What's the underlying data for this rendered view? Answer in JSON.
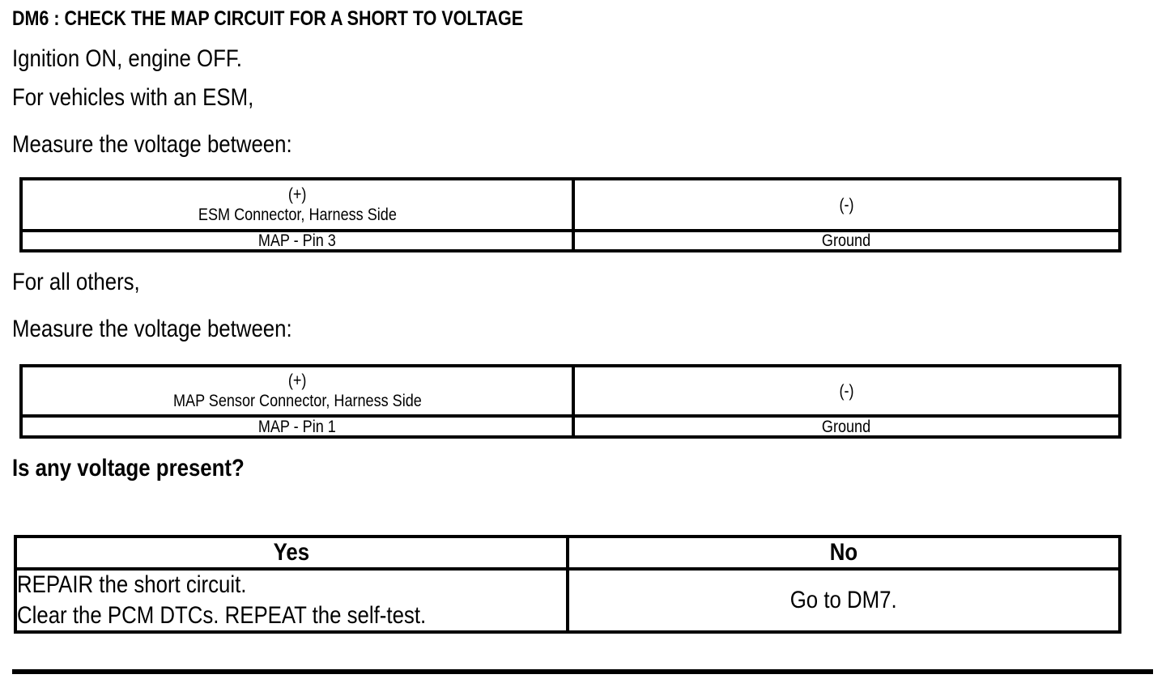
{
  "document": {
    "title": "DM6 : CHECK THE MAP CIRCUIT FOR A SHORT TO VOLTAGE",
    "instructions": {
      "ignition": "Ignition ON, engine OFF.",
      "esm_condition": "For vehicles with an ESM,",
      "measure_1": "Measure the voltage between:",
      "others_condition": "For all others,",
      "measure_2": "Measure the voltage between:",
      "question": "Is any voltage present?"
    }
  },
  "measurement_table_esm": {
    "header": {
      "positive_symbol": "(+)",
      "positive_label": "ESM Connector, Harness Side",
      "negative_symbol": "(-)",
      "negative_label": ""
    },
    "row": {
      "positive": "MAP - Pin 3",
      "negative": "Ground"
    }
  },
  "measurement_table_map": {
    "header": {
      "positive_symbol": "(+)",
      "positive_label": "MAP Sensor Connector, Harness Side",
      "negative_symbol": "(-)",
      "negative_label": ""
    },
    "row": {
      "positive": "MAP - Pin 1",
      "negative": "Ground"
    }
  },
  "answer_table": {
    "yes_header": "Yes",
    "no_header": "No",
    "yes_action_line1": "REPAIR the short circuit.",
    "yes_action_line2": "Clear the PCM DTCs. REPEAT the self-test.",
    "no_action": "Go to DM7."
  },
  "colors": {
    "ink": "#000000",
    "background": "#ffffff"
  }
}
